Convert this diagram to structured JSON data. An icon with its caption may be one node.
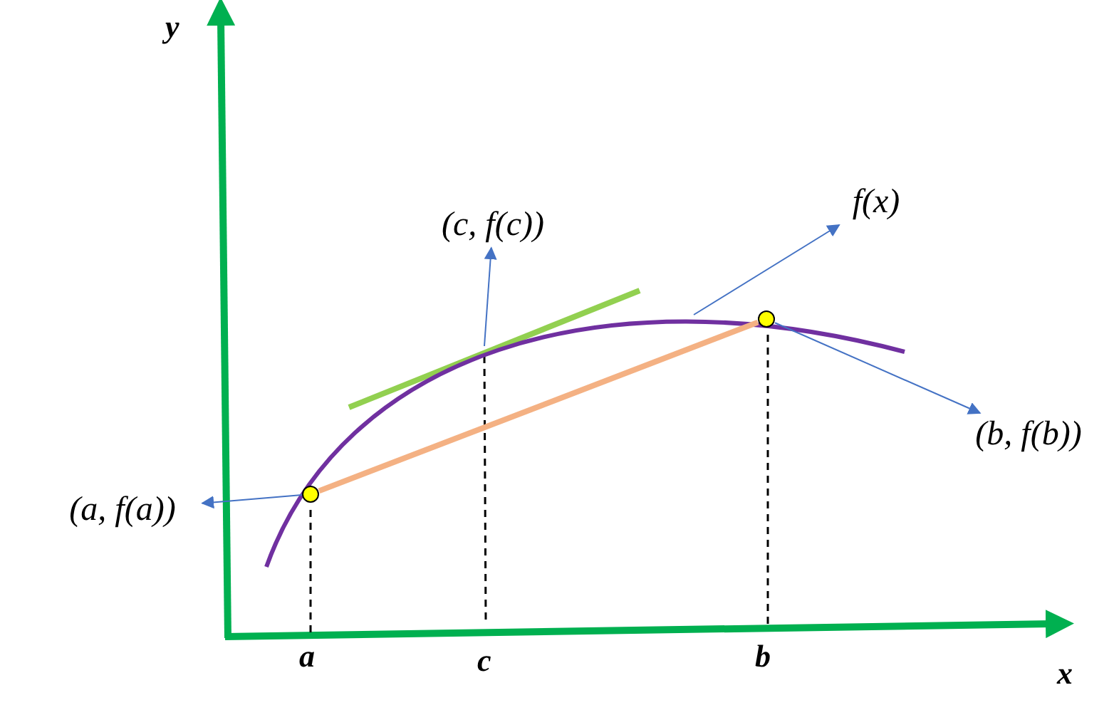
{
  "diagram": {
    "nodes": [
      {
        "text": [
          "(a, f(a))"
        ]
      },
      {
        "text": [
          "(c, f(c))"
        ]
      },
      {
        "text": [
          "f(x)"
        ]
      },
      {
        "text": [
          "(b, f(b))"
        ]
      },
      {
        "text": [],
        "shape": "circle"
      },
      {
        "text": [],
        "shape": "circle"
      }
    ],
    "edges": [
      {
        "from": 4,
        "to": 0,
        "arrow": "to"
      },
      {
        "from": null,
        "to": 1,
        "arrow": "to"
      },
      {
        "from": null,
        "to": 2,
        "arrow": "to"
      },
      {
        "from": 5,
        "to": 3,
        "arrow": "to"
      },
      {
        "from": 4,
        "to": 5,
        "arrow": "none",
        "style": "thick",
        "color": "#f4b183"
      }
    ],
    "labels": [
      "y",
      "x",
      "a",
      "c",
      "b"
    ]
  }
}
